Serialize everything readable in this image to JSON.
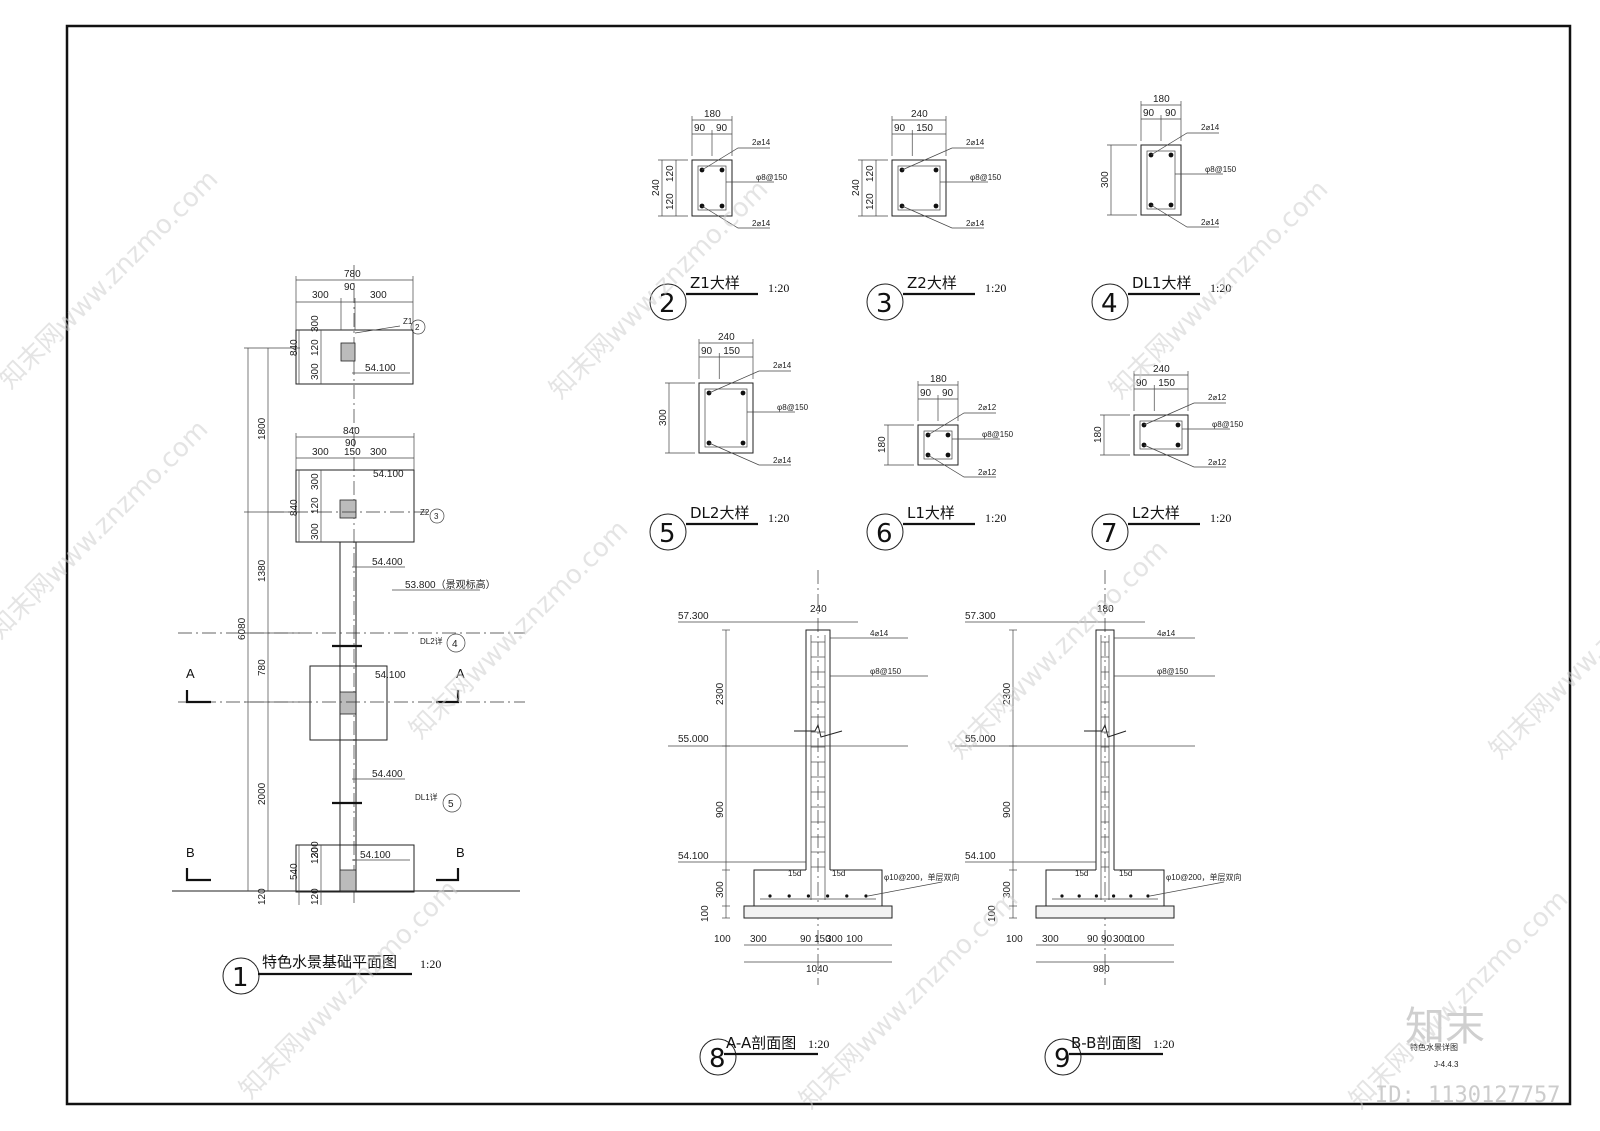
{
  "plan": {
    "title": "特色水景基础平面图",
    "num": "1",
    "scale": "1:20",
    "z1_dims": [
      "780",
      "300",
      "90",
      "300"
    ],
    "z1_v": [
      "840",
      "300",
      "120",
      "300"
    ],
    "z2_dims": [
      "840",
      "90",
      "300",
      "150",
      "300"
    ],
    "z2_v": [
      "840",
      "300",
      "120",
      "300"
    ],
    "overall": [
      "6080",
      "1800",
      "1380",
      "780",
      "2000"
    ],
    "bottom_dims": [
      "540",
      "120",
      "300",
      "120",
      "120"
    ],
    "elev": [
      "54.100",
      "54.100",
      "54.400",
      "53.800（景观标高）",
      "54.100",
      "54.400",
      "54.100"
    ],
    "tags": [
      "Z1",
      "Z2",
      "DL2详",
      "DL1详"
    ],
    "tag_nums": [
      "2",
      "3",
      "4",
      "5"
    ],
    "sec_a": "A",
    "sec_b": "B"
  },
  "details": [
    {
      "num": "2",
      "title": "Z1大样",
      "scale": "1:20",
      "w": "180",
      "w1": "90",
      "w2": "90",
      "h": "240",
      "h1": "120",
      "h2": "120",
      "top": "2⌀14",
      "stir": "φ8@150",
      "bot": "2⌀14"
    },
    {
      "num": "3",
      "title": "Z2大样",
      "scale": "1:20",
      "w": "240",
      "w1": "90",
      "w2": "150",
      "h": "240",
      "h1": "120",
      "h2": "120",
      "top": "2⌀14",
      "stir": "φ8@150",
      "bot": "2⌀14"
    },
    {
      "num": "4",
      "title": "DL1大样",
      "scale": "1:20",
      "w": "180",
      "w1": "90",
      "w2": "90",
      "h": "300",
      "top": "2⌀14",
      "stir": "φ8@150",
      "bot": "2⌀14"
    },
    {
      "num": "5",
      "title": "DL2大样",
      "scale": "1:20",
      "w": "240",
      "w1": "90",
      "w2": "150",
      "h": "300",
      "top": "2⌀14",
      "stir": "φ8@150",
      "bot": "2⌀14"
    },
    {
      "num": "6",
      "title": "L1大样",
      "scale": "1:20",
      "w": "180",
      "w1": "90",
      "w2": "90",
      "h": "180",
      "top": "2⌀12",
      "stir": "φ8@150",
      "bot": "2⌀12"
    },
    {
      "num": "7",
      "title": "L2大样",
      "scale": "1:20",
      "w": "240",
      "w1": "90",
      "w2": "150",
      "h": "180",
      "top": "2⌀12",
      "stir": "φ8@150",
      "bot": "2⌀12"
    }
  ],
  "sections": [
    {
      "num": "8",
      "title": "A-A剖面图",
      "scale": "1:20",
      "top_w": "240",
      "elev_top": "57.300",
      "elev_mid": "55.000",
      "elev_bot": "54.100",
      "v_dims": [
        "2300",
        "900",
        "300",
        "100"
      ],
      "main_bar": "4⌀14",
      "stir": "φ8@150",
      "found": "φ10@200，单层双向",
      "anchor": "15d",
      "b_dims": [
        "100",
        "300",
        "90",
        "150",
        "300",
        "100"
      ],
      "total": "1040"
    },
    {
      "num": "9",
      "title": "B-B剖面图",
      "scale": "1:20",
      "top_w": "180",
      "elev_top": "57.300",
      "elev_mid": "55.000",
      "elev_bot": "54.100",
      "v_dims": [
        "2300",
        "900",
        "300",
        "100"
      ],
      "main_bar": "4⌀14",
      "stir": "φ8@150",
      "found": "φ10@200，单层双向",
      "anchor": "15d",
      "b_dims": [
        "100",
        "300",
        "90",
        "90",
        "300",
        "100"
      ],
      "total": "980"
    }
  ],
  "titleblock": {
    "small": "特色水景详图",
    "code": "J-4.4.3"
  },
  "watermark": {
    "text": "知末网www.znzmo.com",
    "brand": "知末",
    "id": "ID: 1130127757"
  }
}
